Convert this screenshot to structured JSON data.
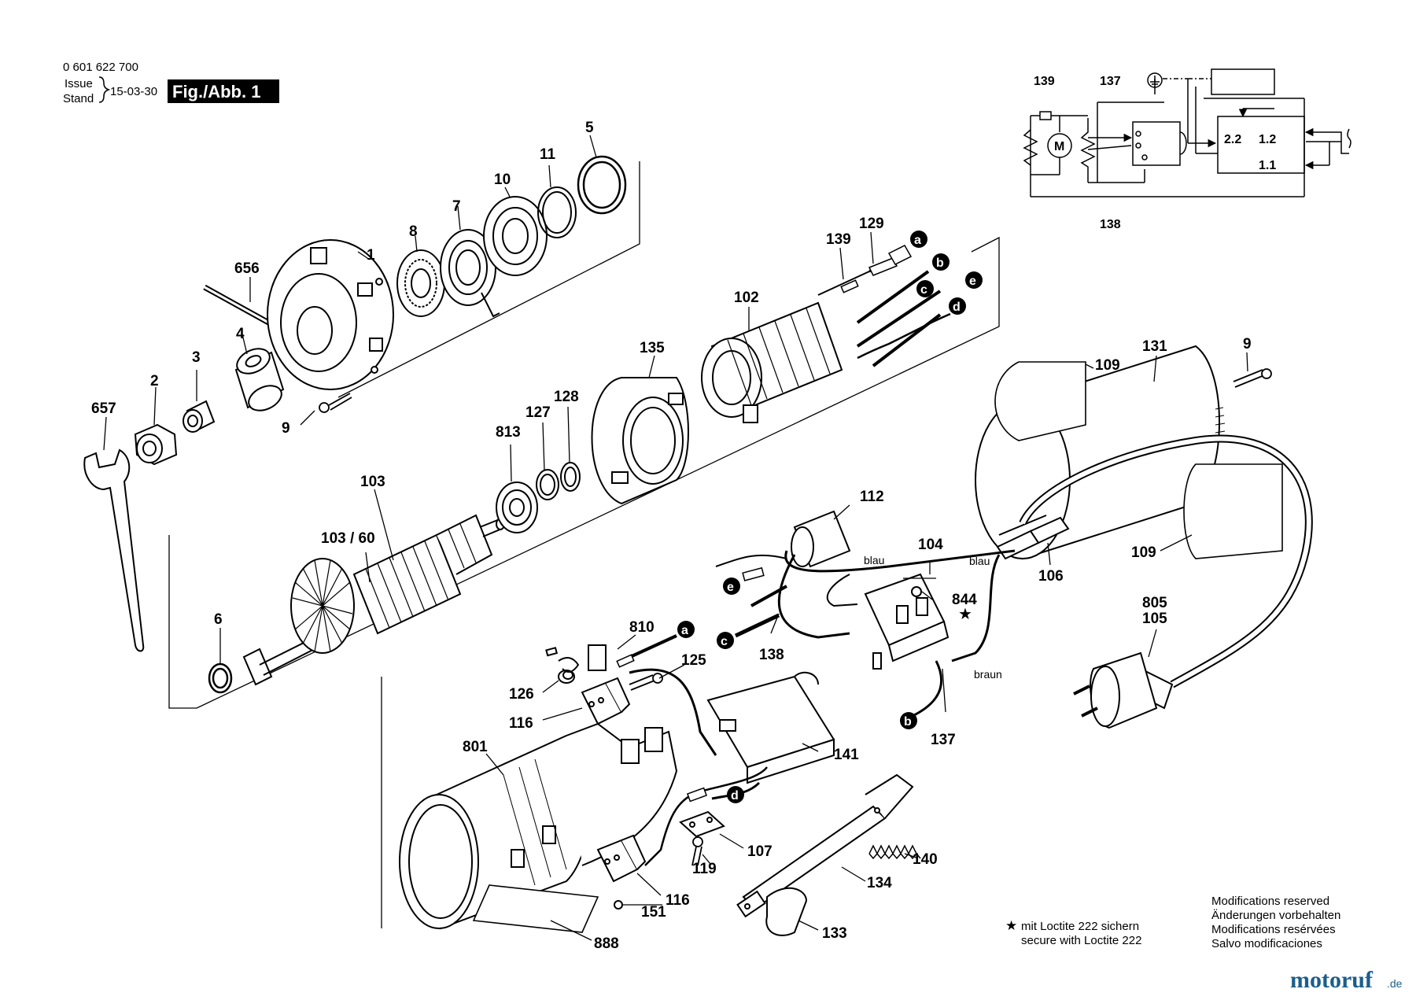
{
  "header": {
    "part_number": "0 601 622 700",
    "issue_label": "Issue",
    "stand_label": "Stand",
    "date": "15-03-30",
    "figure_label": "Fig./Abb. 1"
  },
  "part_labels": [
    {
      "id": "656",
      "text": "656"
    },
    {
      "id": "1",
      "text": "1"
    },
    {
      "id": "8",
      "text": "8"
    },
    {
      "id": "7",
      "text": "7"
    },
    {
      "id": "10",
      "text": "10"
    },
    {
      "id": "11",
      "text": "11"
    },
    {
      "id": "5",
      "text": "5"
    },
    {
      "id": "4",
      "text": "4"
    },
    {
      "id": "3",
      "text": "3"
    },
    {
      "id": "2",
      "text": "2"
    },
    {
      "id": "657",
      "text": "657"
    },
    {
      "id": "9a",
      "text": "9"
    },
    {
      "id": "103",
      "text": "103"
    },
    {
      "id": "103-60",
      "text": "103 / 60"
    },
    {
      "id": "6",
      "text": "6"
    },
    {
      "id": "813",
      "text": "813"
    },
    {
      "id": "127",
      "text": "127"
    },
    {
      "id": "128",
      "text": "128"
    },
    {
      "id": "135",
      "text": "135"
    },
    {
      "id": "102",
      "text": "102"
    },
    {
      "id": "139a",
      "text": "139"
    },
    {
      "id": "129",
      "text": "129"
    },
    {
      "id": "109a",
      "text": "109"
    },
    {
      "id": "131",
      "text": "131"
    },
    {
      "id": "9b",
      "text": "9"
    },
    {
      "id": "109b",
      "text": "109"
    },
    {
      "id": "112",
      "text": "112"
    },
    {
      "id": "104",
      "text": "104"
    },
    {
      "id": "844",
      "text": "844"
    },
    {
      "id": "106",
      "text": "106"
    },
    {
      "id": "138a",
      "text": "138"
    },
    {
      "id": "137a",
      "text": "137"
    },
    {
      "id": "805",
      "text": "805"
    },
    {
      "id": "105",
      "text": "105"
    },
    {
      "id": "810",
      "text": "810"
    },
    {
      "id": "125",
      "text": "125"
    },
    {
      "id": "126",
      "text": "126"
    },
    {
      "id": "116a",
      "text": "116"
    },
    {
      "id": "801",
      "text": "801"
    },
    {
      "id": "141",
      "text": "141"
    },
    {
      "id": "107",
      "text": "107"
    },
    {
      "id": "119",
      "text": "119"
    },
    {
      "id": "116b",
      "text": "116"
    },
    {
      "id": "151",
      "text": "151"
    },
    {
      "id": "888",
      "text": "888"
    },
    {
      "id": "140",
      "text": "140"
    },
    {
      "id": "134",
      "text": "134"
    },
    {
      "id": "133",
      "text": "133"
    }
  ],
  "connector_markers": [
    {
      "id": "a1",
      "text": "a"
    },
    {
      "id": "b1",
      "text": "b"
    },
    {
      "id": "c1",
      "text": "c"
    },
    {
      "id": "e1",
      "text": "e"
    },
    {
      "id": "d1",
      "text": "d"
    },
    {
      "id": "e2",
      "text": "e"
    },
    {
      "id": "c2",
      "text": "c"
    },
    {
      "id": "a2",
      "text": "a"
    },
    {
      "id": "b2",
      "text": "b"
    },
    {
      "id": "d2",
      "text": "d"
    }
  ],
  "wire_colors": {
    "blau1": "blau",
    "blau2": "blau",
    "braun": "braun"
  },
  "schematic": {
    "label_139": "139",
    "label_137": "137",
    "label_138": "138",
    "motor": "M",
    "t22": "2.2",
    "t12": "1.2",
    "t11": "1.1"
  },
  "notes": {
    "star": "★",
    "loctite_de": "mit Loctite 222 sichern",
    "loctite_en": "secure with Loctite 222",
    "mod_en": "Modifications reserved",
    "mod_de": "Änderungen vorbehalten",
    "mod_fr": "Modifications resérvées",
    "mod_es": "Salvo modificaciones"
  },
  "watermark": {
    "brand": "motoruf",
    "tld": ".de"
  },
  "colors": {
    "ink": "#000000",
    "paper": "#ffffff",
    "watermark_a": "#1b5e8a",
    "watermark_b": "#e07a1f"
  }
}
